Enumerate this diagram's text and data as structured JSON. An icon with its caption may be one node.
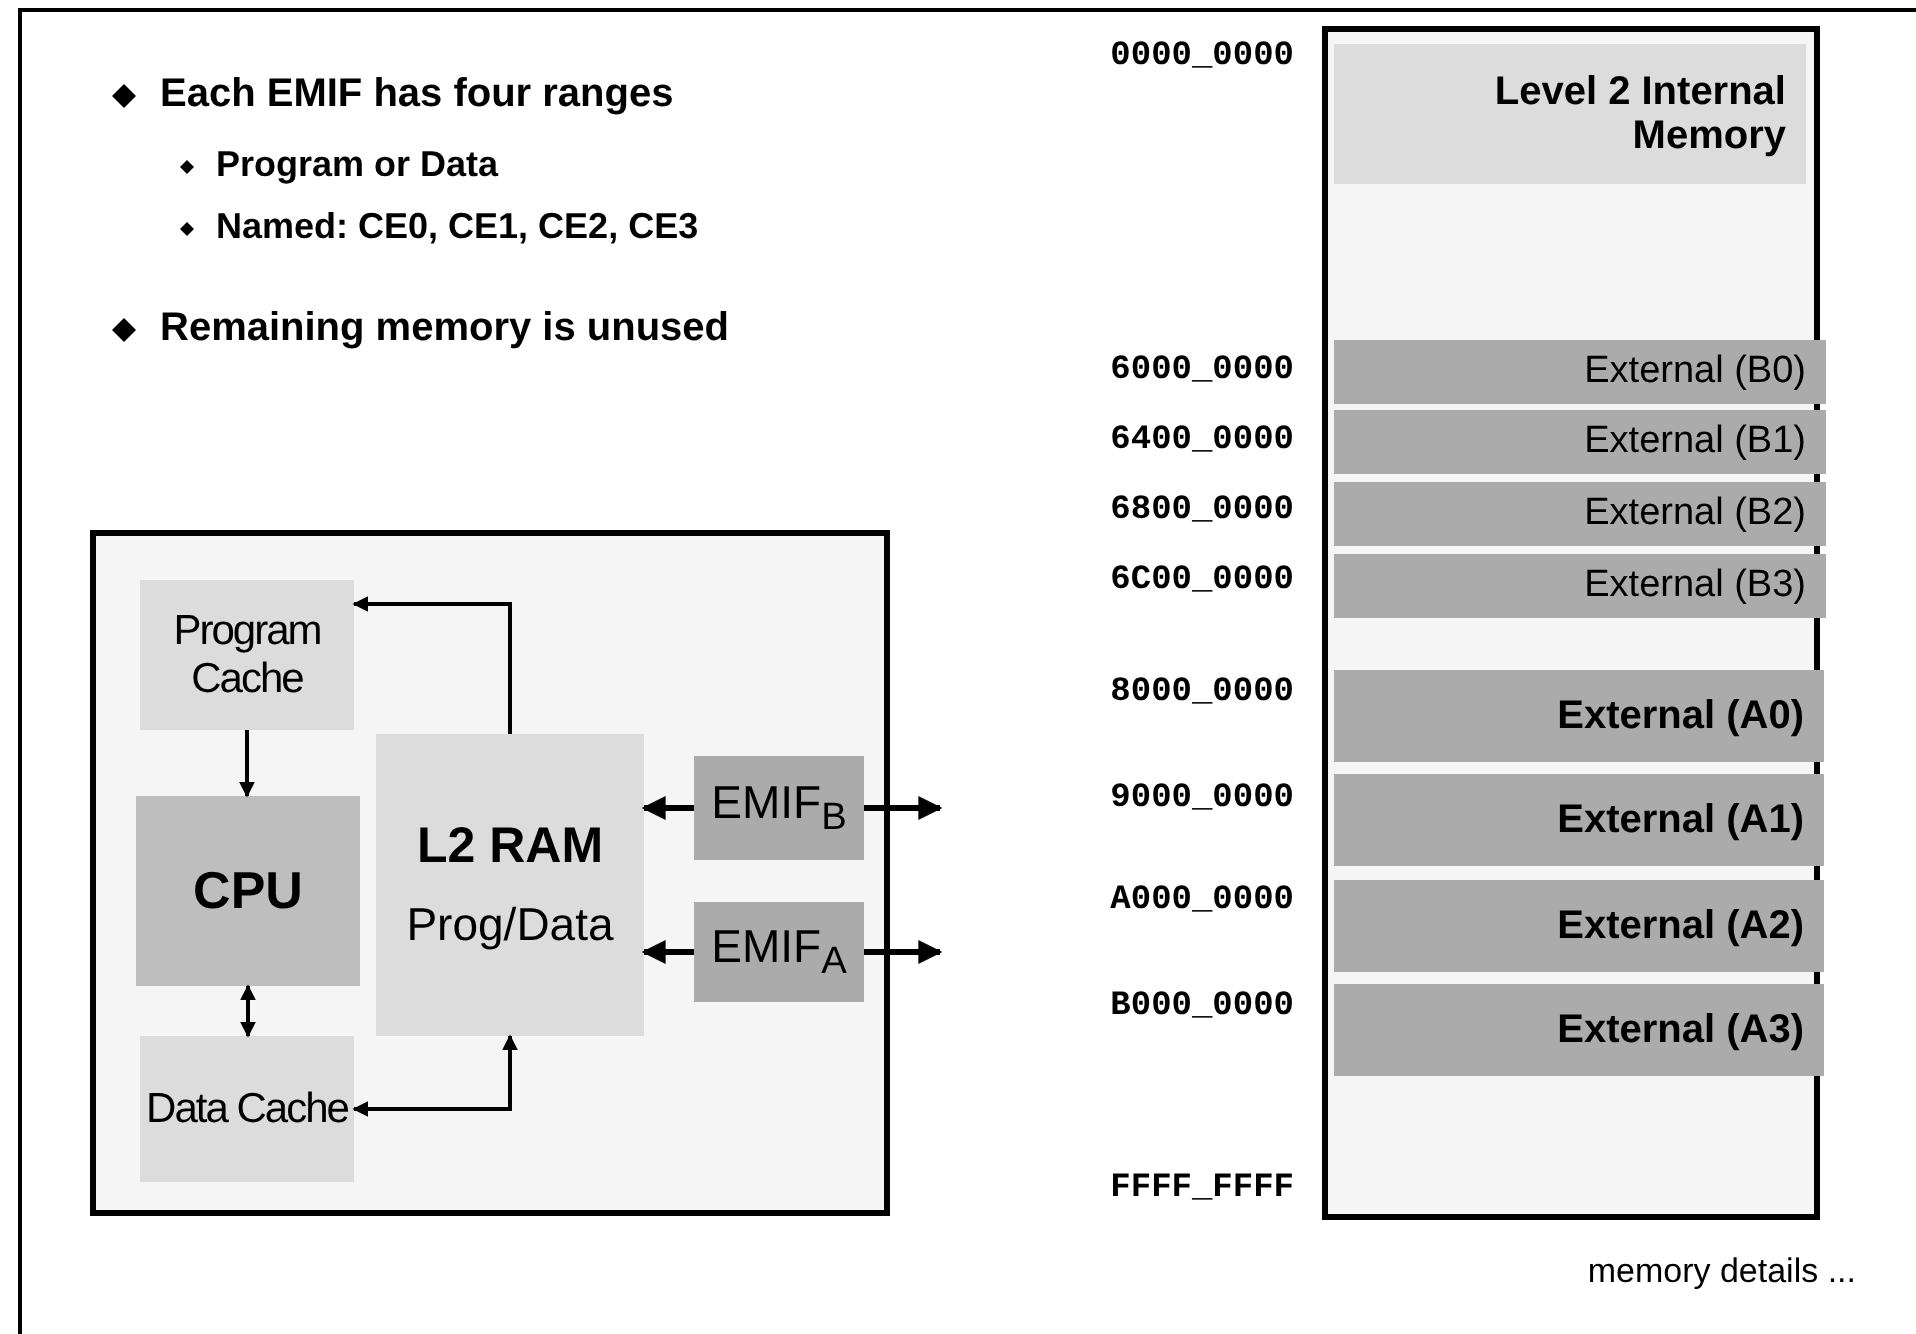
{
  "diagram": {
    "nodes": [
      {
        "text": [],
        "shape": "box"
      },
      {
        "text": [
          "Program Cache"
        ],
        "in": 0
      },
      {
        "text": [
          "CPU"
        ],
        "in": 0
      },
      {
        "text": [
          "Data Cache"
        ],
        "in": 0
      },
      {
        "text": [
          "L2 RAM",
          "Prog/Data"
        ],
        "in": 0
      },
      {
        "text": [
          "EMIF$_{B}$"
        ],
        "in": 0
      },
      {
        "text": [
          "EMIF$_{A}$"
        ],
        "in": 0
      },
      {
        "text": [],
        "shape": "box"
      },
      {
        "text": [
          "Level 2 Internal Memory"
        ],
        "in": 7
      },
      {
        "text": [
          "External (B0)"
        ],
        "in": 7
      },
      {
        "text": [
          "External (B1)"
        ],
        "in": 7
      },
      {
        "text": [
          "External (B2)"
        ],
        "in": 7
      },
      {
        "text": [
          "External (B3)"
        ],
        "in": 7
      },
      {
        "text": [
          "External (A0)"
        ],
        "in": 7
      },
      {
        "text": [
          "External (A1)"
        ],
        "in": 7
      },
      {
        "text": [
          "External (A2)"
        ],
        "in": 7
      },
      {
        "text": [
          "External (A3)"
        ],
        "in": 7
      }
    ],
    "edges": [
      {
        "from": 4,
        "to": 1,
        "arrow": "to"
      },
      {
        "from": 1,
        "to": 2,
        "arrow": "to"
      },
      {
        "from": 2,
        "to": 3,
        "arrow": "both"
      },
      {
        "from": 3,
        "to": 4,
        "arrow": "both"
      },
      {
        "from": 5,
        "to": 4,
        "arrow": "to"
      },
      {
        "from": 6,
        "to": 4,
        "arrow": "to"
      },
      {
        "from": 5,
        "to": null,
        "arrow": "to"
      },
      {
        "from": 6,
        "to": null,
        "arrow": "to"
      }
    ],
    "labels": [
      "Each EMIF has four ranges",
      "Program or Data",
      "Named: CE0, CE1, CE2, CE3",
      "Remaining memory is unused",
      "0000_0000",
      "6000_0000",
      "6400_0000",
      "6800_0000",
      "6C00_0000",
      "8000_0000",
      "9000_0000",
      "A000_0000",
      "B000_0000",
      "FFFF_FFFF",
      "memory details ..."
    ]
  }
}
